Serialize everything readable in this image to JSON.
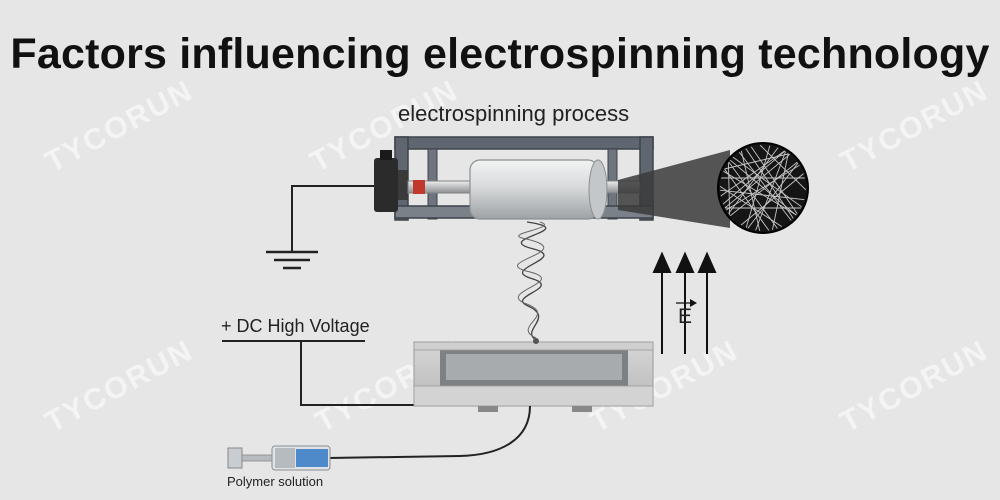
{
  "title": "Factors influencing electrospinning technology",
  "labels": {
    "process": "electrospinning process",
    "voltage": "+ DC High Voltage",
    "polymer": "Polymer solution",
    "field": "E"
  },
  "watermark": "TYCORUN",
  "colors": {
    "background": "#e6e6e6",
    "frame": "#5f6670",
    "drum": "#d9dbdc",
    "motor": "#2b2b2b",
    "spindle_accent": "#c0392b",
    "syringe_liquid": "#3e7fc6"
  }
}
